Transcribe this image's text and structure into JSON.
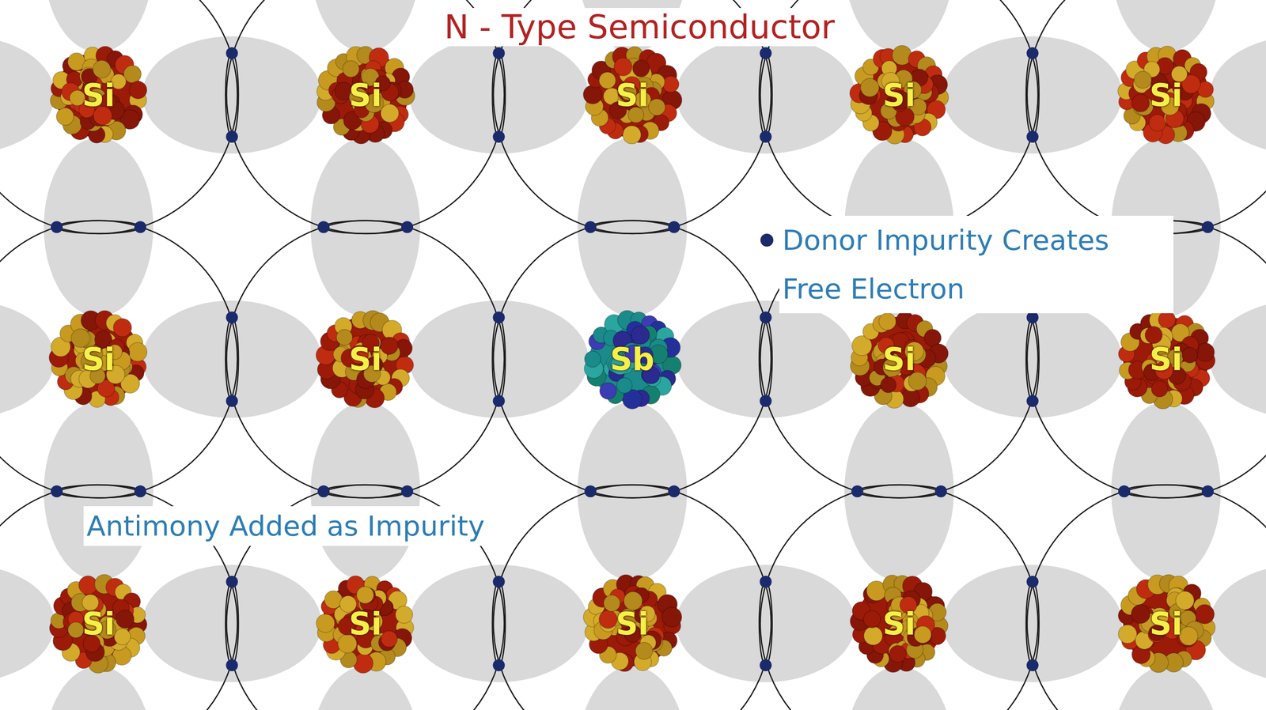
{
  "diagram": {
    "title": "N - Type Semiconductor",
    "nodes": [
      {
        "text": [
          "Si"
        ]
      },
      {
        "text": [
          "Si"
        ]
      },
      {
        "text": [
          "Si"
        ]
      },
      {
        "text": [
          "Si"
        ]
      },
      {
        "text": [
          "Si"
        ]
      },
      {
        "text": [
          "Si"
        ]
      },
      {
        "text": [
          "Si"
        ]
      },
      {
        "text": [
          "Sb"
        ]
      },
      {
        "text": [
          "Si"
        ]
      },
      {
        "text": [
          "Si"
        ]
      },
      {
        "text": [
          "Si"
        ]
      },
      {
        "text": [
          "Si"
        ]
      },
      {
        "text": [
          "Si"
        ]
      },
      {
        "text": [
          "Si"
        ]
      },
      {
        "text": [
          "Si"
        ]
      }
    ],
    "labels": [
      "Donor Impurity Creates Free Electron",
      "Antimony Added as Impurity"
    ]
  }
}
